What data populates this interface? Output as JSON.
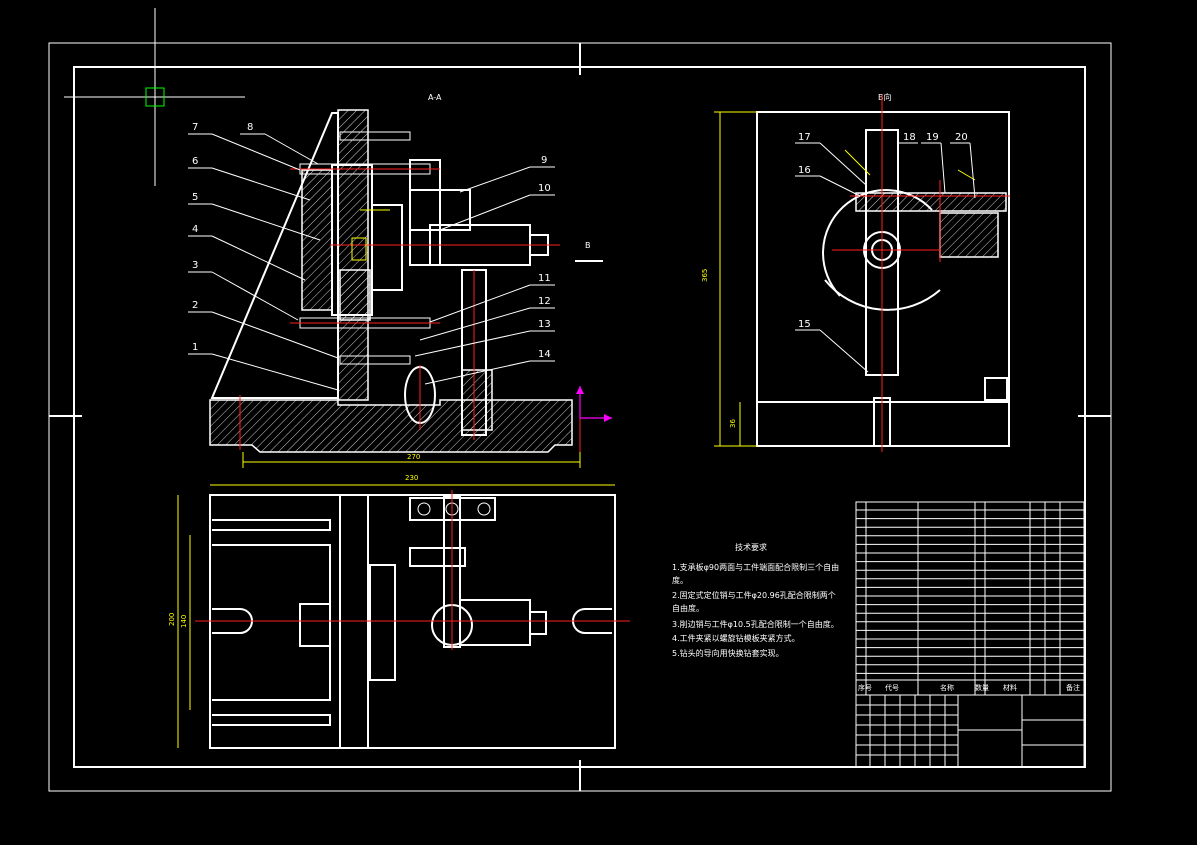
{
  "section_titles": {
    "section_aa": "A-A",
    "view_b": "B向",
    "section_marker": "B"
  },
  "part_numbers_left": [
    "7",
    "8",
    "6",
    "5",
    "4",
    "3",
    "2",
    "1",
    "9",
    "10",
    "11",
    "12",
    "13",
    "14"
  ],
  "part_numbers_right": [
    "17",
    "18",
    "19",
    "20",
    "16",
    "15"
  ],
  "dimensions": {
    "front_width": "270",
    "plan_width": "230",
    "plan_height": "200",
    "plan_inner_height": "140",
    "side_height": "365",
    "side_base": "36"
  },
  "tech_requirements": {
    "title": "技术要求",
    "items": [
      "1.支承板φ90两面与工件端面配合限制三个自由",
      "度。",
      "2.固定式定位销与工件φ20.96孔配合限制两个",
      "自由度。",
      "3.削边销与工件φ10.5孔配合限制一个自由度。",
      "4.工件夹紧以螺旋钻模板夹紧方式。",
      "5.钻头的导向用快换钻套实现。"
    ]
  },
  "title_block": {
    "header_cols": [
      "序号",
      "代号",
      "名称",
      "数量",
      "材料",
      "",
      "备注"
    ]
  },
  "colors": {
    "background": "#000000",
    "outline": "#ffffff",
    "centerline": "#ff2020",
    "dimension": "#ffff00",
    "ucs": "#ff00ff",
    "cursor": "#00ff00"
  }
}
